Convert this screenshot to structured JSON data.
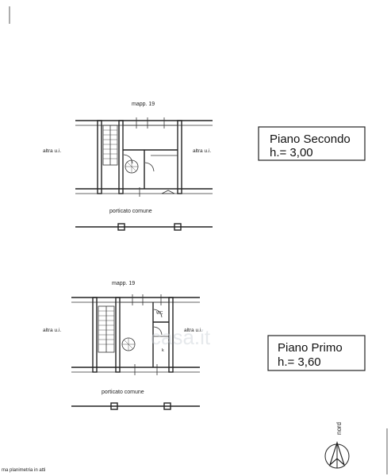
{
  "floors": [
    {
      "id": "second",
      "parcel_label": "mapp. 19",
      "left_neighbor": "altra u.i.",
      "right_neighbor": "altra u.i.",
      "portico_label": "porticato comune",
      "title_line1": "Piano Secondo",
      "title_line2": "h.= 3,00"
    },
    {
      "id": "first",
      "parcel_label": "mapp. 19",
      "left_neighbor": "altra u.i.",
      "right_neighbor": "altra u.i.",
      "portico_label": "porticato comune",
      "wc_label": "WC",
      "k_label": "k",
      "title_line1": "Piano Primo",
      "title_line2": "h.= 3,60"
    }
  ],
  "north_label": "nord",
  "footer_text": "ma planimetria in atti",
  "watermark": "casa.it"
}
